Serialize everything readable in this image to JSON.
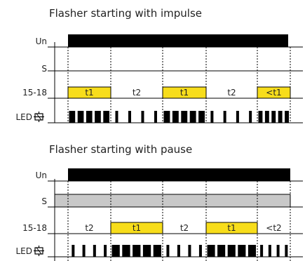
{
  "diagrams": [
    {
      "title": "Flasher starting with impulse",
      "rows": {
        "un": "Un",
        "s": "S",
        "relay": "15-18",
        "led": "LED"
      },
      "s_active": false,
      "segments": [
        {
          "label": "t1",
          "on": true,
          "led": "solid"
        },
        {
          "label": "t2",
          "on": false,
          "led": "sparse"
        },
        {
          "label": "t1",
          "on": true,
          "led": "solid"
        },
        {
          "label": "t2",
          "on": false,
          "led": "sparse"
        },
        {
          "label": "<t1",
          "on": true,
          "led": "solid"
        }
      ]
    },
    {
      "title": "Flasher starting with pause",
      "rows": {
        "un": "Un",
        "s": "S",
        "relay": "15-18",
        "led": "LED"
      },
      "s_active": true,
      "segments": [
        {
          "label": "t2",
          "on": false,
          "led": "sparse"
        },
        {
          "label": "t1",
          "on": true,
          "led": "solid"
        },
        {
          "label": "t2",
          "on": false,
          "led": "sparse"
        },
        {
          "label": "t1",
          "on": true,
          "led": "solid"
        },
        {
          "label": "<t2",
          "on": false,
          "led": "sparse"
        }
      ]
    }
  ],
  "colors": {
    "on_fill": "#f7dd1b",
    "s_fill": "#c8c8c8",
    "bar": "#000000"
  },
  "icons": {
    "led": "relay-coil-icon"
  }
}
